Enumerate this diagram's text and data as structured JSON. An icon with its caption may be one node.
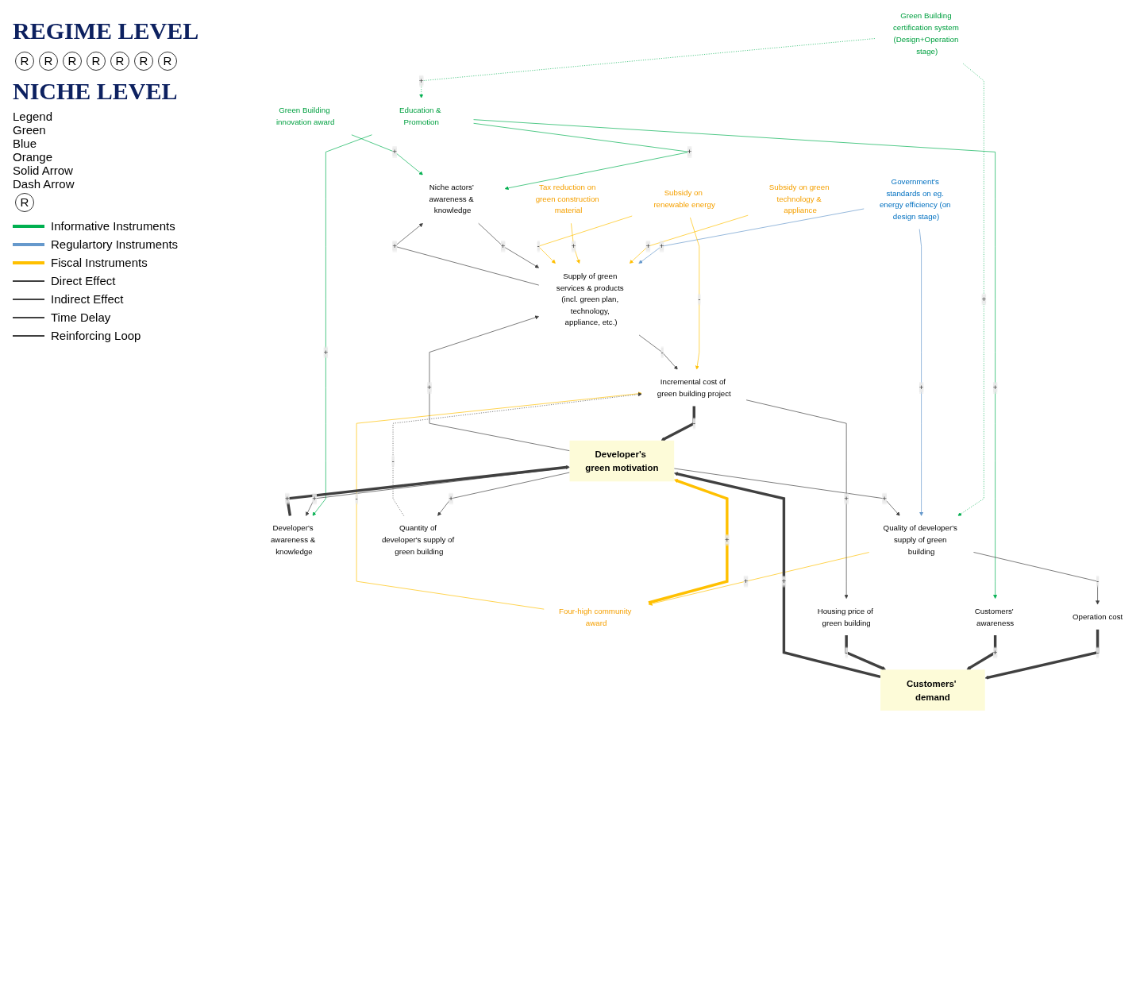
{
  "diagram": {
    "nodes": [
      {
        "text": [
          "Education & Promotion"
        ]
      },
      {
        "text": [
          "Government's standards on eg. energy efficiency (on design stage)"
        ]
      },
      {
        "text": [
          "Green Building innovation award"
        ]
      },
      {
        "text": [
          "Subsidy on green technology & appliance"
        ]
      },
      {
        "text": [
          "Tax reduction on green construction material"
        ]
      },
      {
        "text": [
          "Subsidy on renewable energy"
        ]
      },
      {
        "text": [
          "Four-high community award"
        ]
      },
      {
        "text": [
          "Green Building certification system (Design+Operation stage)"
        ]
      },
      {
        "text": [
          "Developer's awareness & knowledge"
        ]
      },
      {
        "text": [
          "Quality of developer's supply of green building"
        ]
      },
      {
        "text": [
          "Operation cost"
        ]
      },
      {
        "text": [
          "Customers' awareness"
        ]
      },
      {
        "text": [
          "Developer's green motivation"
        ]
      },
      {
        "text": [
          "Customers' demand"
        ]
      },
      {
        "text": [
          "Niche actors’ awareness & knowledge"
        ]
      },
      {
        "text": [
          "Quantity of developer's supply of green building"
        ]
      },
      {
        "text": [
          "Supply of green services & products (incl. green plan, technology, appliance, etc.)"
        ]
      },
      {
        "text": [
          "Incremental cost of green building project"
        ]
      },
      {
        "text": [
          "Housing price of green building"
        ]
      }
    ],
    "edges": [
      {
        "from": 0,
        "to": 14,
        "arrow": "to",
        "label": "+",
        "color": "#00b050"
      },
      {
        "from": 0,
        "to": 8,
        "arrow": "to",
        "label": "+",
        "color": "#00b050"
      },
      {
        "from": 0,
        "to": 11,
        "arrow": "to",
        "label": "+",
        "color": "#00b050"
      },
      {
        "from": 7,
        "to": 0,
        "arrow": "to",
        "label": "+",
        "style": "dashed",
        "color": "#00b050"
      },
      {
        "from": 7,
        "to": 9,
        "arrow": "to",
        "label": "+",
        "style": "dashed",
        "color": "#00b050"
      },
      {
        "from": 1,
        "to": 16,
        "arrow": "to",
        "label": "+",
        "color": "#6699cc"
      },
      {
        "from": 1,
        "to": 9,
        "arrow": "to",
        "label": "+",
        "color": "#6699cc"
      },
      {
        "from": 2,
        "to": 14,
        "arrow": "to",
        "label": "+",
        "color": "#00b050"
      },
      {
        "from": 3,
        "to": 16,
        "arrow": "to",
        "label": "+",
        "color": "#ffc000"
      },
      {
        "from": 4,
        "to": 16,
        "arrow": "to",
        "label": "+",
        "color": "#ffc000"
      },
      {
        "from": 5,
        "to": 16,
        "arrow": "to",
        "label": "-",
        "color": "#ffc000"
      },
      {
        "from": 5,
        "to": 17,
        "arrow": "to",
        "label": "-",
        "color": "#ffc000"
      },
      {
        "from": 6,
        "to": 12,
        "arrow": "to",
        "label": "+",
        "style": "thick",
        "color": "#ffc000"
      },
      {
        "from": 9,
        "to": 6,
        "arrow": "to",
        "label": "+",
        "color": "#ffc000"
      },
      {
        "from": 6,
        "to": 17,
        "arrow": "to",
        "label": "-",
        "color": "#ffc000"
      },
      {
        "from": 8,
        "to": 12,
        "arrow": "to",
        "label": "+",
        "style": "thick"
      },
      {
        "from": 12,
        "to": 8,
        "arrow": "to",
        "label": "+"
      },
      {
        "from": 12,
        "to": 9,
        "arrow": "to",
        "label": "+"
      },
      {
        "from": 9,
        "to": 10,
        "arrow": "to",
        "label": "-"
      },
      {
        "from": 10,
        "to": 13,
        "arrow": "to",
        "label": "-",
        "style": "thick"
      },
      {
        "from": 11,
        "to": 13,
        "arrow": "to",
        "label": "+",
        "style": "thick"
      },
      {
        "from": 13,
        "to": 12,
        "arrow": "to",
        "label": "+",
        "style": "thick"
      },
      {
        "from": 12,
        "to": 16,
        "arrow": "to",
        "label": "+"
      },
      {
        "from": 12,
        "to": 15,
        "arrow": "to",
        "label": "+"
      },
      {
        "from": 15,
        "to": 17,
        "arrow": "to",
        "label": "-",
        "style": "dashed"
      },
      {
        "from": 17,
        "to": 12,
        "arrow": "to",
        "label": "-",
        "style": "thick"
      },
      {
        "from": 16,
        "to": 17,
        "arrow": "to",
        "label": "-"
      },
      {
        "from": 17,
        "to": 18,
        "arrow": "to",
        "label": "+"
      },
      {
        "from": 18,
        "to": 13,
        "arrow": "to",
        "label": "-",
        "style": "thick"
      },
      {
        "from": 14,
        "to": 16,
        "arrow": "to",
        "label": "+"
      },
      {
        "from": 16,
        "to": 14,
        "arrow": "to",
        "label": "+"
      }
    ],
    "labels": [
      "REGIME LEVEL",
      "R",
      "R",
      "R",
      "R",
      "R",
      "R",
      "R",
      "NICHE LEVEL",
      "Legend",
      "Green",
      "Blue",
      "Orange",
      "Solid Arrow",
      "Dash Arrow",
      "R"
    ],
    "legend": [
      {
        "text": "Informative Instruments",
        "color": "#00b050"
      },
      {
        "text": "Regulartory Instruments",
        "color": "#6699cc"
      },
      {
        "text": "Fiscal Instruments",
        "color": "#ffc000"
      },
      {
        "text": "Direct Effect"
      },
      {
        "text": "Indirect Effect"
      },
      {
        "text": "Time Delay"
      },
      {
        "text": "Reinforcing Loop"
      }
    ]
  }
}
